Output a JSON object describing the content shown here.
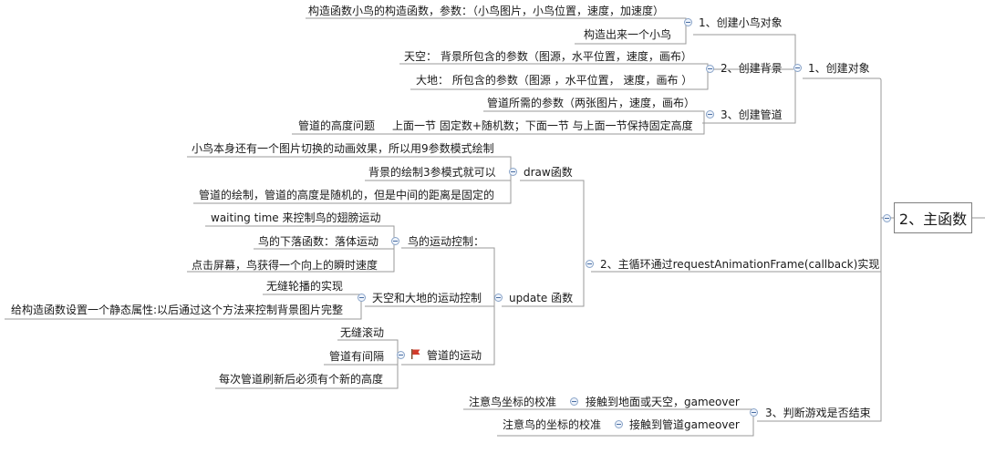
{
  "root": "2、主函数",
  "nodes": {
    "n1": "1、创建对象",
    "n1_1": "1、创建小鸟对象",
    "n1_1a": "构造函数小鸟的构造函数，参数：（小鸟图片，小鸟位置，速度，加速度）",
    "n1_1b": "构造出来一个小鸟",
    "n1_2": "2、创建背景",
    "n1_2a": "天空： 背景所包含的参数（图源，水平位置，速度，画布）",
    "n1_2b": "大地： 所包含的参数（图源 ，水平位置， 速度，画布 ）",
    "n1_3": "3、创建管道",
    "n1_3a": "管道所需的参数（两张图片，速度，画布）",
    "n1_3b": "上面一节 固定数+随机数；下面一节 与上面一节保持固定高度",
    "n1_3b1": "管道的高度问题",
    "n2": "2、主循环通过requestAnimationFrame(callback)实现",
    "n2_1": "draw函数",
    "n2_1a": "小鸟本身还有一个图片切换的动画效果，所以用9参数模式绘制",
    "n2_1b": "背景的绘制3参模式就可以",
    "n2_1c": "管道的绘制，管道的高度是随机的，但是中间的距离是固定的",
    "n2_2": "update 函数",
    "n2_2a": "鸟的运动控制：",
    "n2_2a1": "waiting time 来控制鸟的翅膀运动",
    "n2_2a2": "鸟的下落函数：落体运动",
    "n2_2a3": "点击屏幕，鸟获得一个向上的瞬时速度",
    "n2_2b": "天空和大地的运动控制",
    "n2_2b1": "无缝轮播的实现",
    "n2_2b2": "给构造函数设置一个静态属性:以后通过这个方法来控制背景图片完整",
    "n2_2c": "管道的运动",
    "n2_2c1": "无缝滚动",
    "n2_2c2": "管道有间隔",
    "n2_2c3": "每次管道刷新后必须有个新的高度",
    "n3": "3、判断游戏是否结束",
    "n3_1": "接触到地面或天空，gameover",
    "n3_1a": "注意鸟坐标的校准",
    "n3_2": "接触到管道gameover",
    "n3_2a": "注意鸟的坐标的校准"
  },
  "colors": {
    "line": "#8c8c8c",
    "flag": "#d23a2a"
  }
}
